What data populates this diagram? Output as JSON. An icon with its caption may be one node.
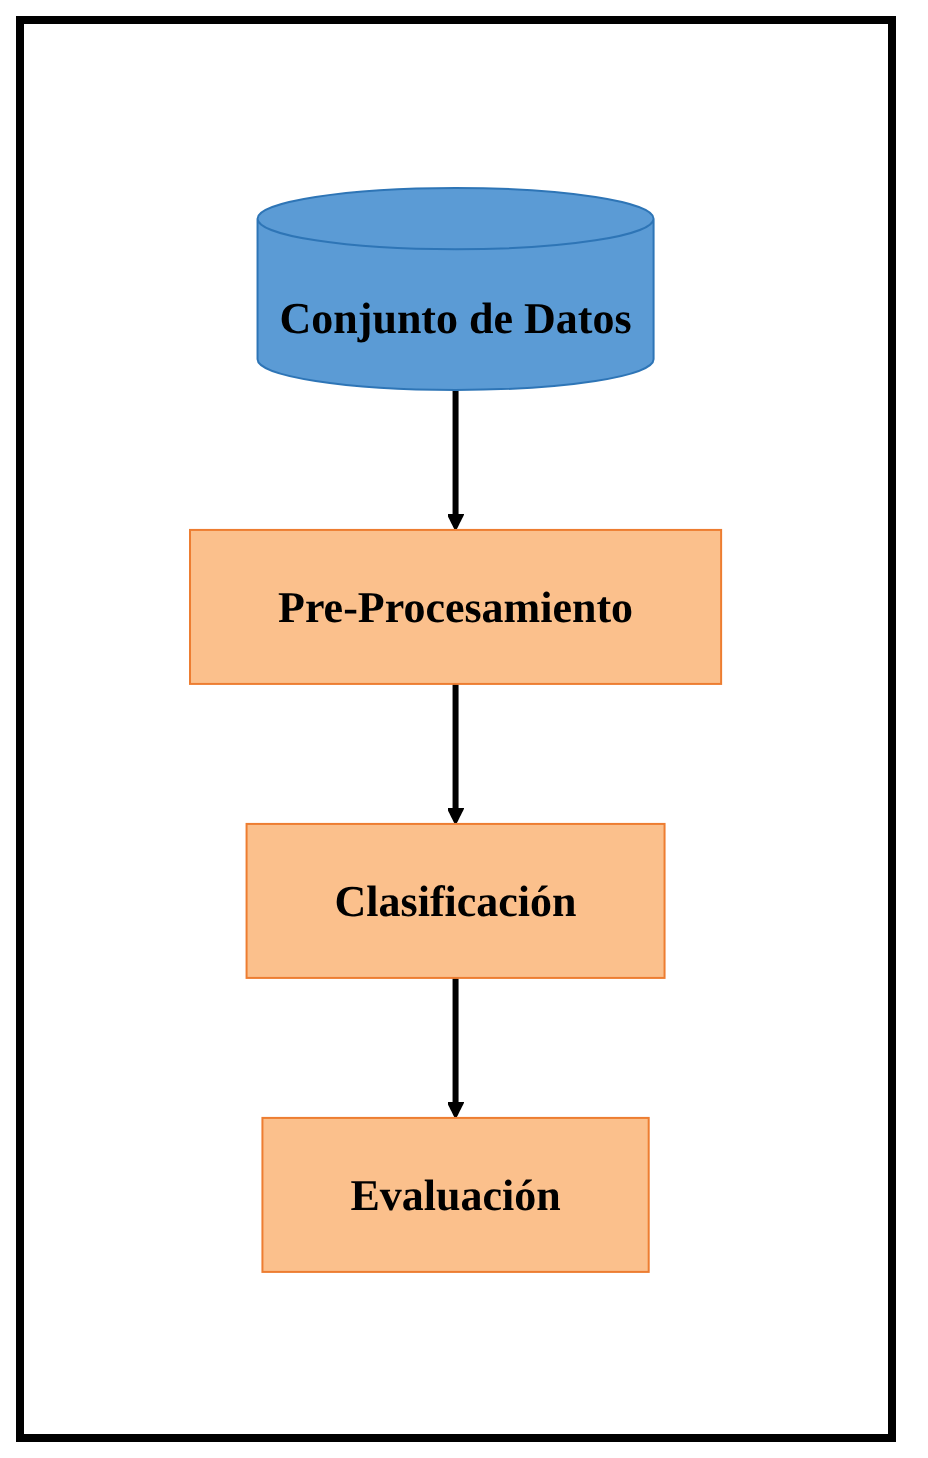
{
  "diagram": {
    "nodes": [
      {
        "text": [
          "Conjunto de Datos"
        ]
      },
      {
        "text": [
          "Pre-Procesamiento"
        ]
      },
      {
        "text": [
          "Clasificación"
        ]
      },
      {
        "text": [
          "Evaluación"
        ]
      }
    ],
    "edges": [
      {
        "from": 0,
        "to": 1,
        "arrow": "to"
      },
      {
        "from": 1,
        "to": 2,
        "arrow": "to"
      },
      {
        "from": 2,
        "to": 3,
        "arrow": "to"
      }
    ]
  }
}
